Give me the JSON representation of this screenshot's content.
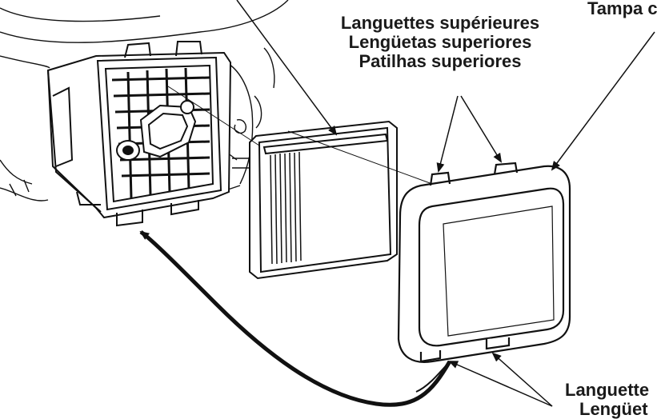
{
  "labels": {
    "top_tabs": {
      "lines": [
        "Languettes supérieures",
        "Lengüetas superiores",
        "Patilhas superiores"
      ]
    },
    "cover": {
      "line1": "Tampa c"
    },
    "bottom_tabs": {
      "line1": "Languette",
      "line2": "Lengüet"
    }
  },
  "colors": {
    "ink": "#111111",
    "text": "#1a1a1a",
    "background": "#ffffff"
  }
}
